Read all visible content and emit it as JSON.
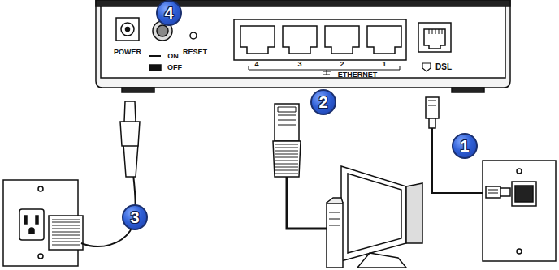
{
  "diagram": {
    "nodes": [
      {
        "text": [
          "4"
        ]
      },
      {
        "text": [
          "2"
        ]
      },
      {
        "text": [
          "1"
        ]
      },
      {
        "text": [
          "3"
        ]
      }
    ],
    "labels": [
      "POWER",
      "ON",
      "OFF",
      "RESET",
      "4",
      "3",
      "2",
      "1",
      "ETHERNET",
      "DSL"
    ]
  }
}
